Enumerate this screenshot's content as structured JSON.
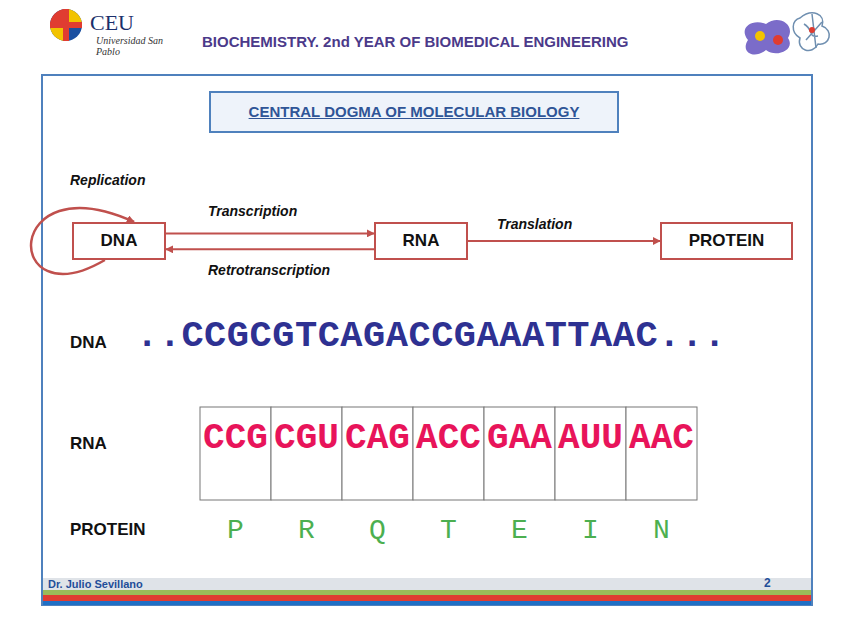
{
  "diagram": {
    "title": "CENTRAL DOGMA OF MOLECULAR BIOLOGY",
    "nodes": [
      {
        "text": [
          "DNA"
        ]
      },
      {
        "text": [
          "RNA"
        ]
      },
      {
        "text": [
          "PROTEIN"
        ]
      }
    ],
    "edges": [
      {
        "from": 0,
        "to": 0,
        "label": "Replication",
        "arrow": "to"
      },
      {
        "from": 0,
        "to": 1,
        "label": "Transcription",
        "arrow": "to"
      },
      {
        "from": 1,
        "to": 0,
        "label": "Retrotranscription",
        "arrow": "to"
      },
      {
        "from": 1,
        "to": 2,
        "label": "Translation",
        "arrow": "to"
      }
    ],
    "labels": [
      "CEU",
      "Universidad San Pablo",
      "BIOCHEMISTRY. 2nd YEAR OF BIOMEDICAL ENGINEERING",
      "DNA",
      "..CCGCGTCAGACCGAAATTAAC...",
      "RNA",
      "CCG",
      "CGU",
      "CAG",
      "ACC",
      "GAA",
      "AUU",
      "AAC",
      "PROTEIN",
      "P",
      "R",
      "Q",
      "T",
      "E",
      "I",
      "N",
      "Dr. Julio Sevillano",
      "2"
    ]
  }
}
